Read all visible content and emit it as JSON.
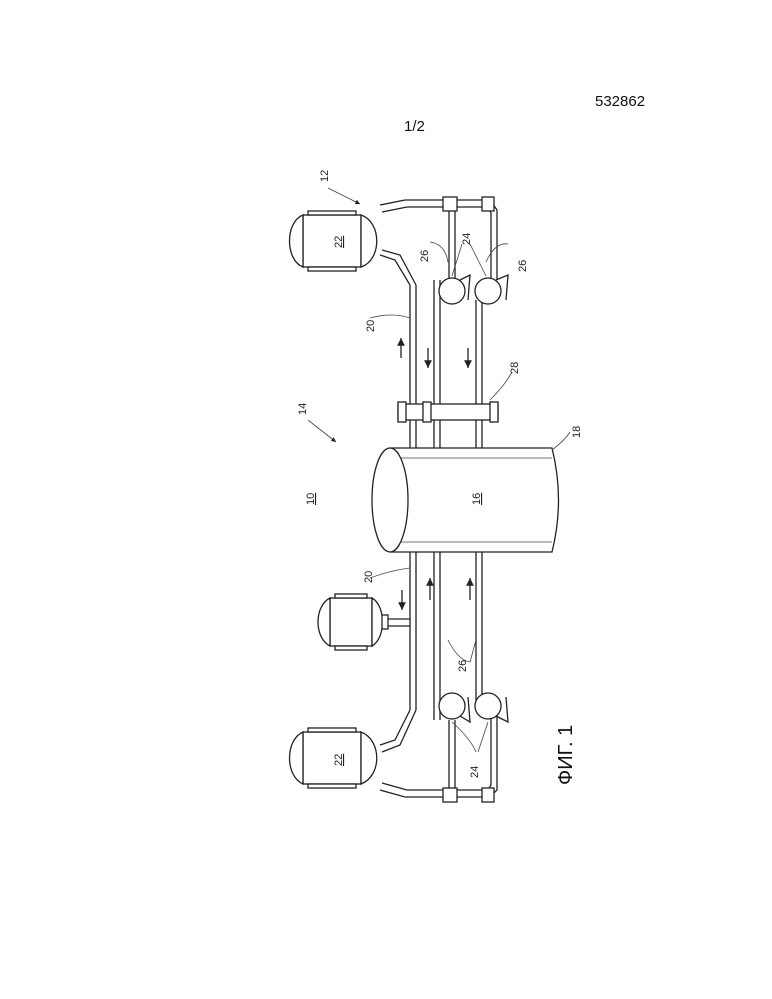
{
  "header": {
    "patent_number": "532862",
    "sheet": "1/2"
  },
  "figure": {
    "caption": "ФИГ. 1",
    "ref_10": "10",
    "ref_12": "12",
    "ref_14": "14",
    "ref_16": "16",
    "ref_18": "18",
    "ref_20": "20",
    "ref_22": "22",
    "ref_24": "24",
    "ref_26": "26",
    "ref_28": "28"
  }
}
